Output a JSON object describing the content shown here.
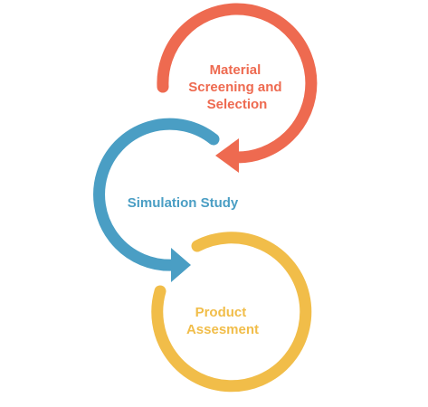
{
  "stages": [
    {
      "name": "material-screening",
      "lines": [
        "Material",
        "Screening and",
        "Selection"
      ],
      "color": "#ee6a50"
    },
    {
      "name": "simulation-study",
      "lines": [
        "Simulation Study"
      ],
      "color": "#4a9ec4"
    },
    {
      "name": "product-assessment",
      "lines": [
        "Product",
        "Assesment"
      ],
      "color": "#f1bd49"
    }
  ]
}
